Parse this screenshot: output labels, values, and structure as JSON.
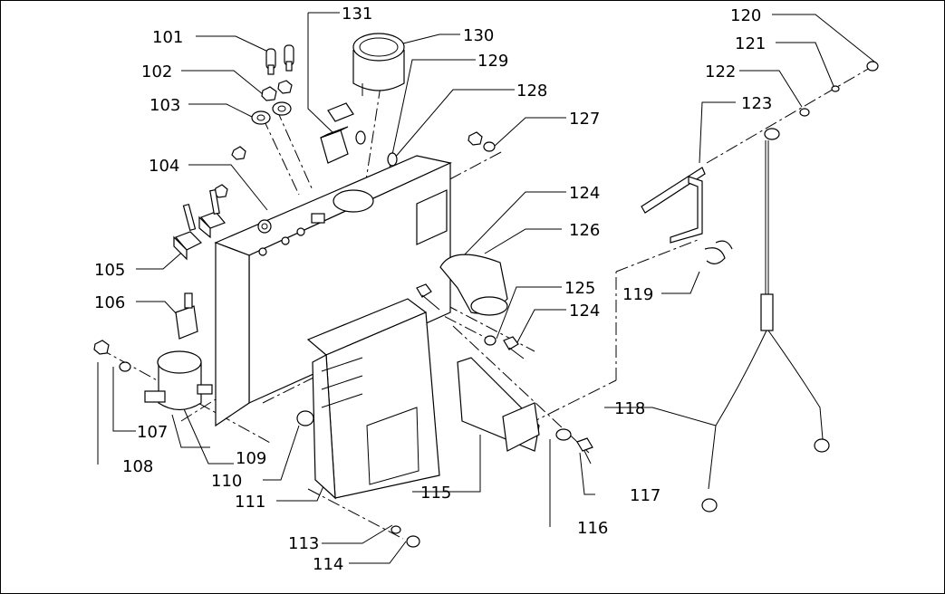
{
  "labels": {
    "p101": "101",
    "p102": "102",
    "p103": "103",
    "p104": "104",
    "p105": "105",
    "p106": "106",
    "p107": "107",
    "p108": "108",
    "p109": "109",
    "p110": "110",
    "p111": "111",
    "p113": "113",
    "p114": "114",
    "p115": "115",
    "p116": "116",
    "p117": "117",
    "p118": "118",
    "p119": "119",
    "p120": "120",
    "p121": "121",
    "p122": "122",
    "p123": "123",
    "p124a": "124",
    "p124b": "124",
    "p125": "125",
    "p126": "126",
    "p127": "127",
    "p128": "128",
    "p129": "129",
    "p130": "130",
    "p131": "131"
  }
}
